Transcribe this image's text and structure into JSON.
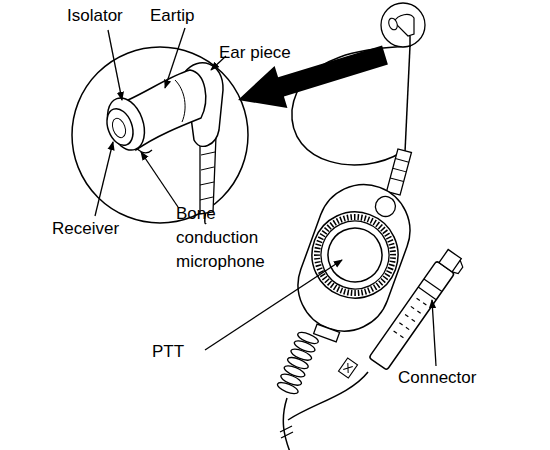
{
  "diagram": {
    "labels": [
      "Isolator",
      "Eartip",
      "Ear piece",
      "Receiver",
      "Bone conduction microphone",
      "PTT",
      "Connector"
    ]
  }
}
